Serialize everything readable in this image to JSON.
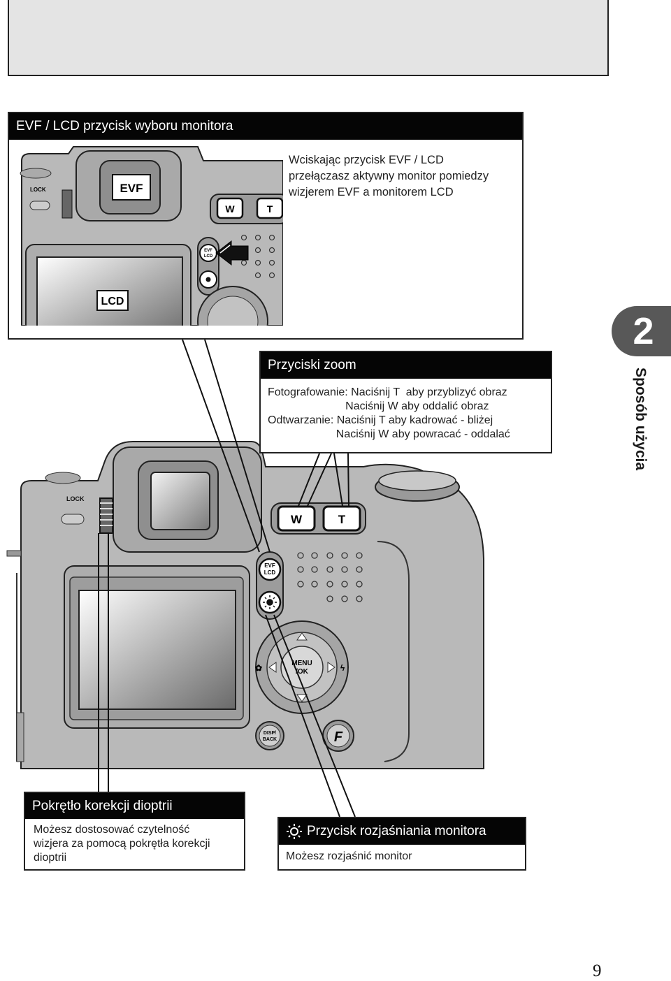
{
  "evf_callout": {
    "title": "EVF / LCD przycisk wyboru monitora",
    "description": "Wciskając przycisk EVF / LCD\nprzełączasz aktywny monitor pomiedzy\nwizjerem EVF a monitorem LCD",
    "inset_evf_label": "EVF",
    "inset_lcd_label": "LCD"
  },
  "zoom_callout": {
    "title": "Przyciski zoom",
    "description": "Fotografowanie: Naciśnij T  aby przyblizyć obraz\n                         Naciśnij W aby oddalić obraz\nOdtwarzanie: Naciśnij T aby kadrować - bliżej\n                      Naciśnij W aby powracać - oddalać"
  },
  "diopter_callout": {
    "title": "Pokrętło korekcji dioptrii",
    "description": "Możesz dostosować czytelność\nwizjera za pomocą pokrętła korekcji\ndioptrii"
  },
  "brightness_callout": {
    "title": "Przycisk rozjaśniania monitora",
    "description": "Możesz rozjaśnić monitor"
  },
  "camera": {
    "lock_label": "LOCK",
    "w_button": "W",
    "t_button": "T",
    "evf_button_line1": "EVF",
    "evf_button_line2": "LCD",
    "menu_label": "MENU",
    "ok_label": "/OK",
    "disp_line1": "DISP/",
    "disp_line2": "BACK",
    "f_button": "F"
  },
  "section_tab": {
    "number": "2",
    "label": "Sposób użycia"
  },
  "page_number": "9",
  "colors": {
    "header_bg": "#050505",
    "camera_body": "#b9b9b9",
    "tab_bg": "#585858"
  }
}
